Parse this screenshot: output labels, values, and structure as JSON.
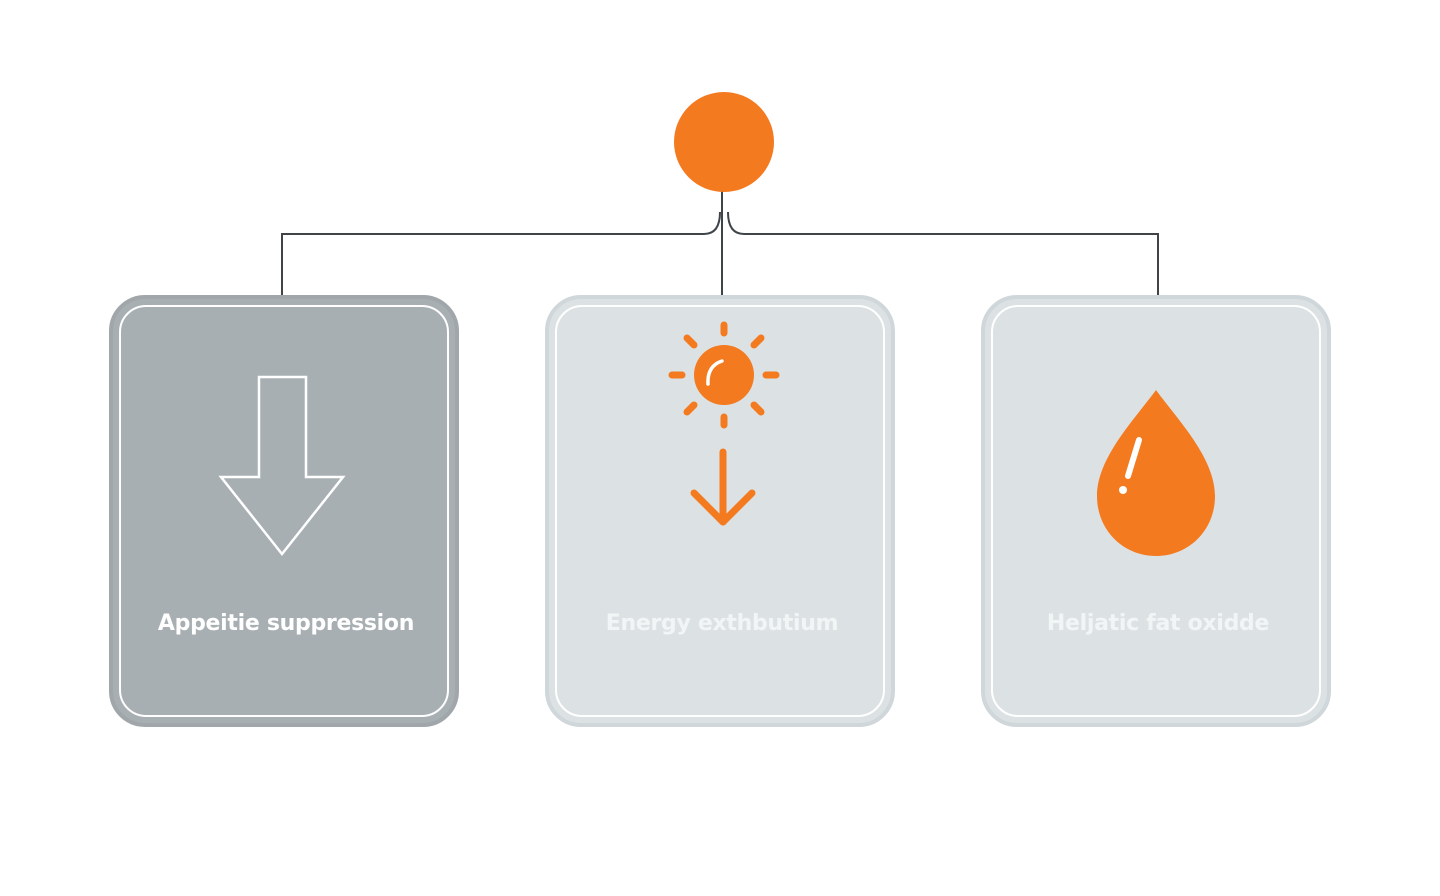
{
  "colors": {
    "accent": "#f47a20",
    "connector": "#3f4449",
    "card_dark_fill": "#a8afb3",
    "card_dark_border": "#a0a6aa",
    "card_light_fill": "#dce2e4",
    "card_light_border": "#d0d7da",
    "inner_border": "#ffffff"
  },
  "root_node": {
    "icon": "orange-circle"
  },
  "cards": [
    {
      "label": "Appeitie suppression",
      "icon": "down-arrow-outline-icon",
      "fill": "#a8afb3",
      "label_color": "#ffffff"
    },
    {
      "label": "Energy exthbutium",
      "icon": "sun-with-down-arrow-icon",
      "fill": "#dce2e4",
      "label_color": "#f2f5f6"
    },
    {
      "label": "Heljatic fat oxidde",
      "icon": "drop-icon",
      "fill": "#dce2e4",
      "label_color": "#f2f5f6"
    }
  ]
}
